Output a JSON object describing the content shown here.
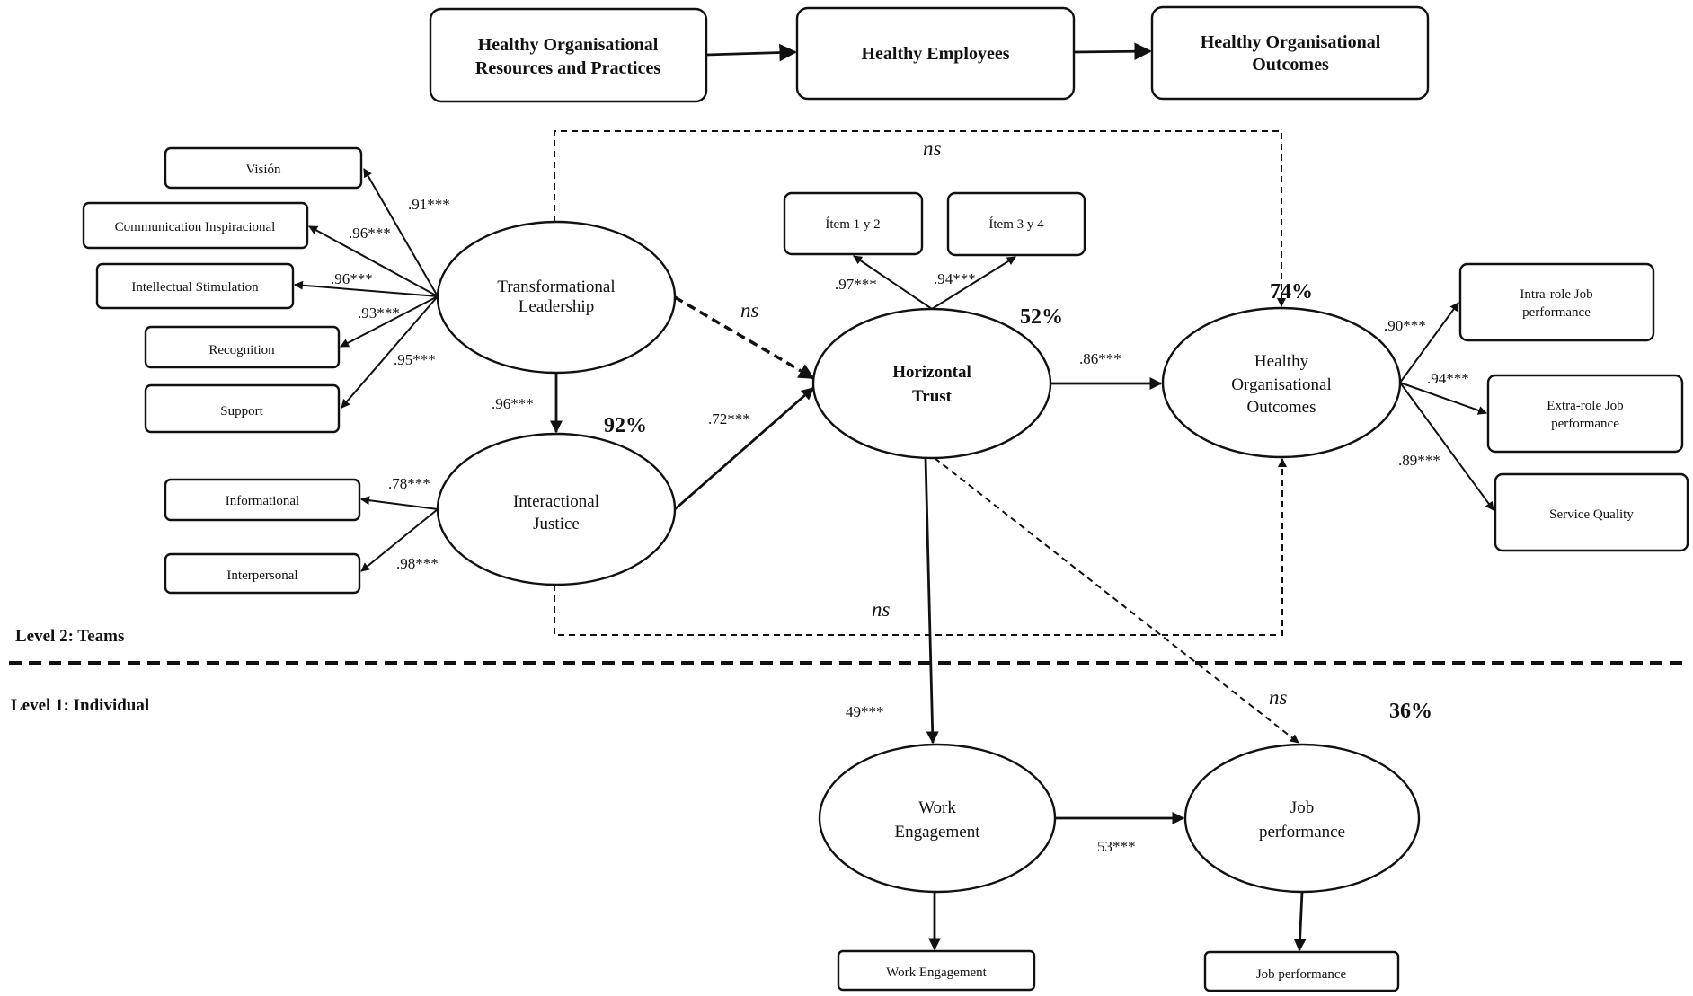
{
  "top_flow": {
    "box1": [
      "Healthy Organisational",
      "Resources and Practices"
    ],
    "box2": "Healthy Employees",
    "box3": [
      "Healthy Organisational",
      "Outcomes"
    ]
  },
  "indicators": {
    "vision": "Visión",
    "inspirational": "Communication Inspiracional",
    "intellectual": "Intellectual Stimulation",
    "recognition": "Recognition",
    "support": "Support",
    "informational": "Informational",
    "interpersonal": "Interpersonal",
    "item12": "Ítem 1 y 2",
    "item34": "Ítem 3 y 4",
    "intra": [
      "Intra-role Job",
      "performance"
    ],
    "extra": [
      "Extra-role Job",
      "performance"
    ],
    "service": "Service Quality",
    "we": "Work Engagement",
    "jp": "Job performance"
  },
  "latents": {
    "tl": [
      "Transformational",
      "Leadership"
    ],
    "ij": [
      "Interactional",
      "Justice"
    ],
    "ht": [
      "Horizontal",
      "Trust"
    ],
    "hoo": [
      "Healthy",
      "Organisational",
      "Outcomes"
    ],
    "we": [
      "Work",
      "Engagement"
    ],
    "jp": [
      "Job",
      "performance"
    ]
  },
  "coefficients": {
    "vision": ".91***",
    "inspirational": ".96***",
    "intellectual": ".96***",
    "recognition": ".93***",
    "support": ".95***",
    "tl_ij": ".96***",
    "informational": ".78***",
    "interpersonal": ".98***",
    "ij_ht": ".72***",
    "item12": ".97***",
    "item34": ".94***",
    "ht_hoo": ".86***",
    "intra": ".90***",
    "extra": ".94***",
    "service": ".89***",
    "ht_we": "49***",
    "we_jp": "53***"
  },
  "variance": {
    "ij": "92%",
    "ht": "52%",
    "hoo": "74%",
    "jp": "36%"
  },
  "ns_labels": {
    "tl_hoo": "ns",
    "tl_ht": "ns",
    "ij_hoo": "ns",
    "ht_jp": "ns"
  },
  "levels": {
    "level2": "Level 2: Teams",
    "level1": "Level 1: Individual"
  }
}
